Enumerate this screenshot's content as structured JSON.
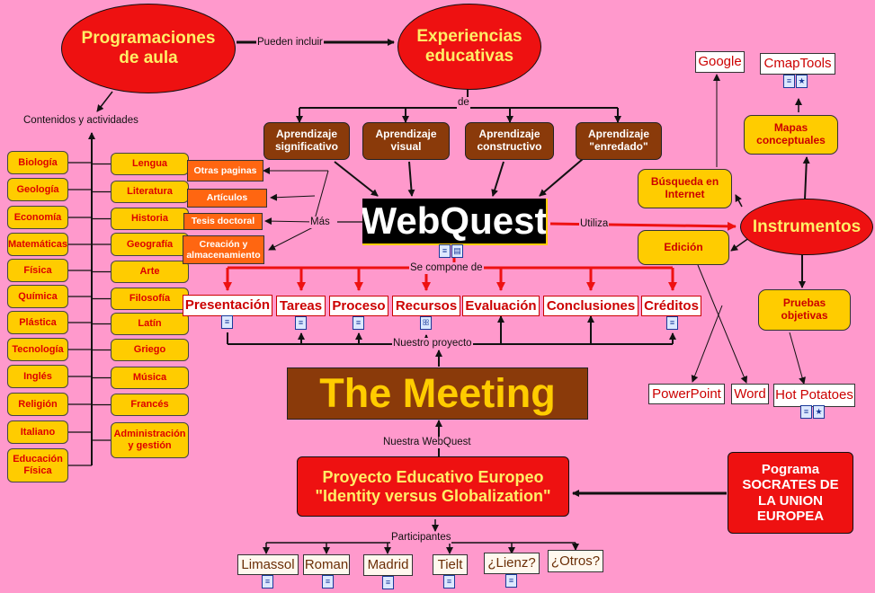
{
  "nodes": {
    "programaciones": "Programaciones de aula",
    "experiencias": "Experiencias educativas",
    "contenidos": "Contenidos y actividades",
    "webquest": "WebQuest",
    "instrumentos": "Instrumentos",
    "the_meeting": "The Meeting",
    "proyecto": "Proyecto Educativo Europeo \"Identity versus Globalization\"",
    "socrates": "Pograma SOCRATES DE LA UNION EUROPEA"
  },
  "subjects_left": [
    "Biología",
    "Geología",
    "Economía",
    "Matemáticas",
    "Física",
    "Química",
    "Plástica",
    "Tecnología",
    "Inglés",
    "Religión",
    "Italiano",
    "Educación Física"
  ],
  "subjects_right": [
    "Lengua",
    "Literatura",
    "Historia",
    "Geografía",
    "Arte",
    "Filosofía",
    "Latín",
    "Griego",
    "Música",
    "Francés",
    "Administración y gestión"
  ],
  "aprendizajes": [
    "Aprendizaje significativo",
    "Aprendizaje visual",
    "Aprendizaje constructivo",
    "Aprendizaje \"enredado\""
  ],
  "mas_items": [
    "Otras paginas",
    "Artículos",
    "Tesis doctoral",
    "Creación y almacenamiento"
  ],
  "componentes": [
    "Presentación",
    "Tareas",
    "Proceso",
    "Recursos",
    "Evaluación",
    "Conclusiones",
    "Créditos"
  ],
  "tools": {
    "google": "Google",
    "cmaptools": "CmapTools",
    "mapas": "Mapas conceptuales",
    "busqueda": "Búsqueda en Internet",
    "edicion": "Edición",
    "pruebas": "Pruebas objetivas",
    "powerpoint": "PowerPoint",
    "word": "Word",
    "hotpotatoes": "Hot Potatoes"
  },
  "participantes": [
    "Limassol",
    "Roman",
    "Madrid",
    "Tielt",
    "¿Lienz?",
    "¿Otros?"
  ],
  "links": {
    "pueden_incluir": "Pueden incluir",
    "de": "de",
    "mas": "Más",
    "utiliza": "Utiliza",
    "se_compone": "Se compone de",
    "nuestro_proyecto": "Nuestro proyecto",
    "nuestra_webquest": "Nuestra WebQuest",
    "participantes": "Participantes"
  }
}
